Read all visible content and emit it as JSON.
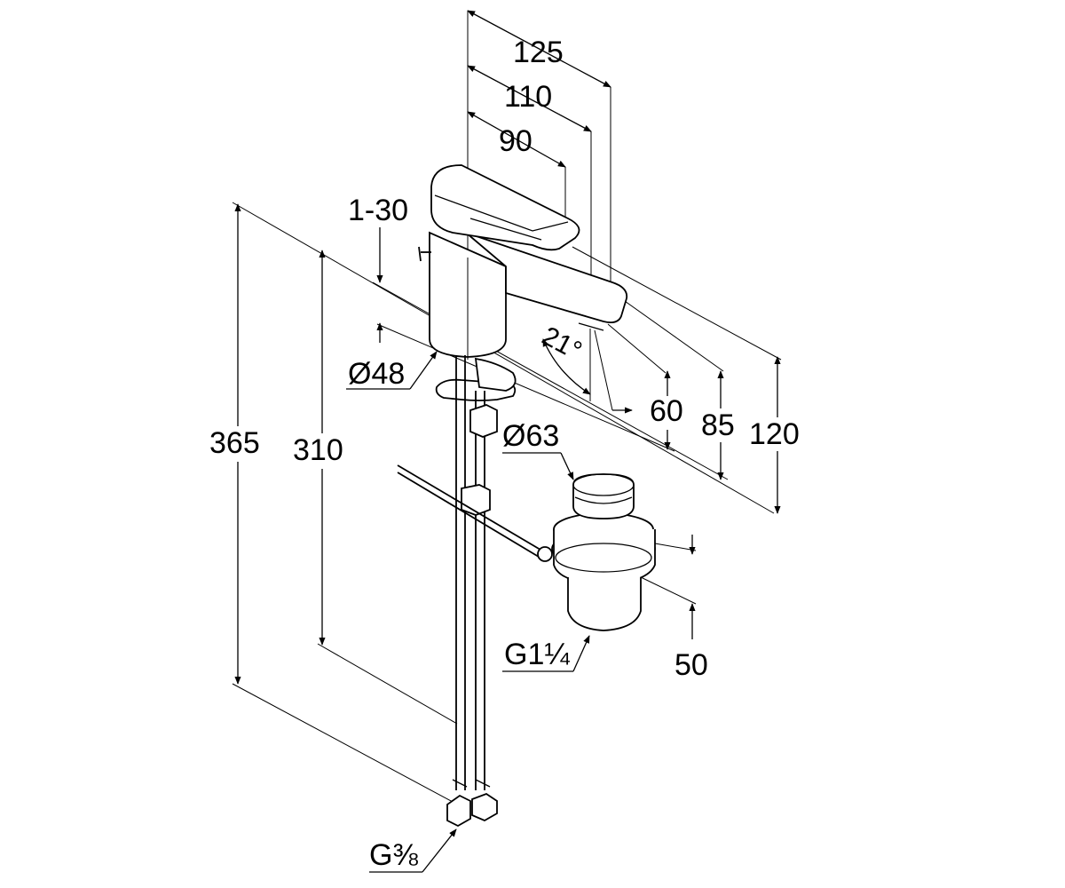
{
  "labels": {
    "d125": "125",
    "d110": "110",
    "d90": "90",
    "range": "1-30",
    "dia48": "Ø48",
    "dia63": "Ø63",
    "angle": "21°",
    "d60": "60",
    "d85": "85",
    "d120": "120",
    "d365": "365",
    "d310": "310",
    "thread_waste": "G1¼",
    "d50": "50",
    "thread_hose": "G⅜"
  }
}
